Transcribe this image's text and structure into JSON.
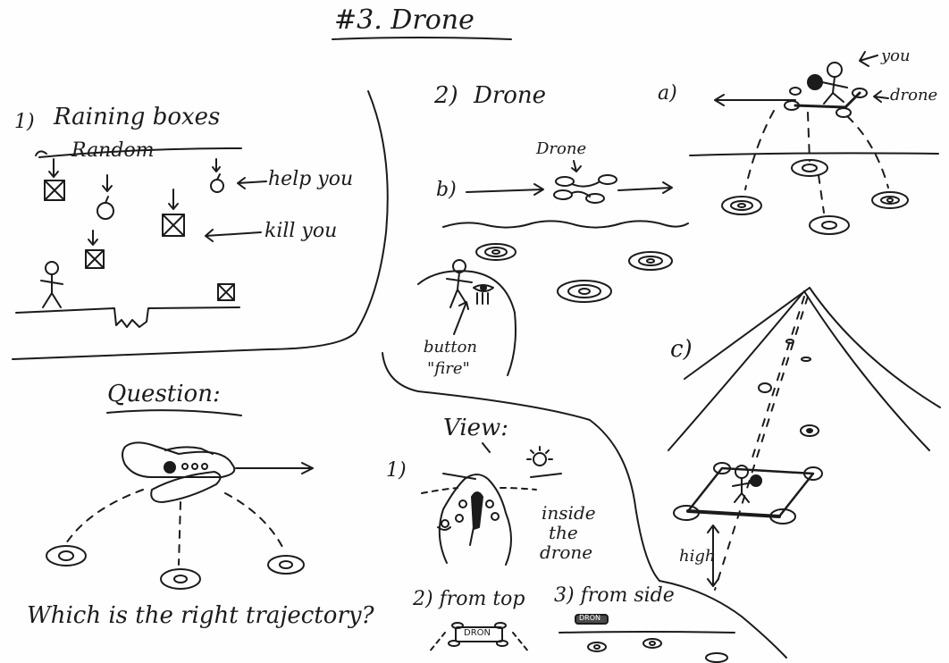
{
  "sheet": {
    "title": "#3. Drone",
    "section1": {
      "number": "1)",
      "heading": "Raining boxes",
      "random_label": "Random",
      "help_label": "help you",
      "kill_label": "kill you"
    },
    "question": {
      "heading": "Question:",
      "prompt": "Which is the right trajectory?"
    },
    "section2": {
      "number": "2)",
      "heading": "Drone",
      "a_label": "a)",
      "you_label": "you",
      "drone_label": "drone",
      "b_label": "b)",
      "b_drone_label": "Drone",
      "button_label_line1": "button",
      "button_label_line2": "\"fire\"",
      "c_label": "c)",
      "high_label": "high"
    },
    "view": {
      "heading": "View:",
      "item1_number": "1)",
      "item1_line1": "inside",
      "item1_line2": "the",
      "item1_line3": "drone",
      "item2_label": "2) from top",
      "item2_drone_text": "DRON",
      "item3_label": "3) from side",
      "item3_drone_text": "DRON"
    }
  }
}
